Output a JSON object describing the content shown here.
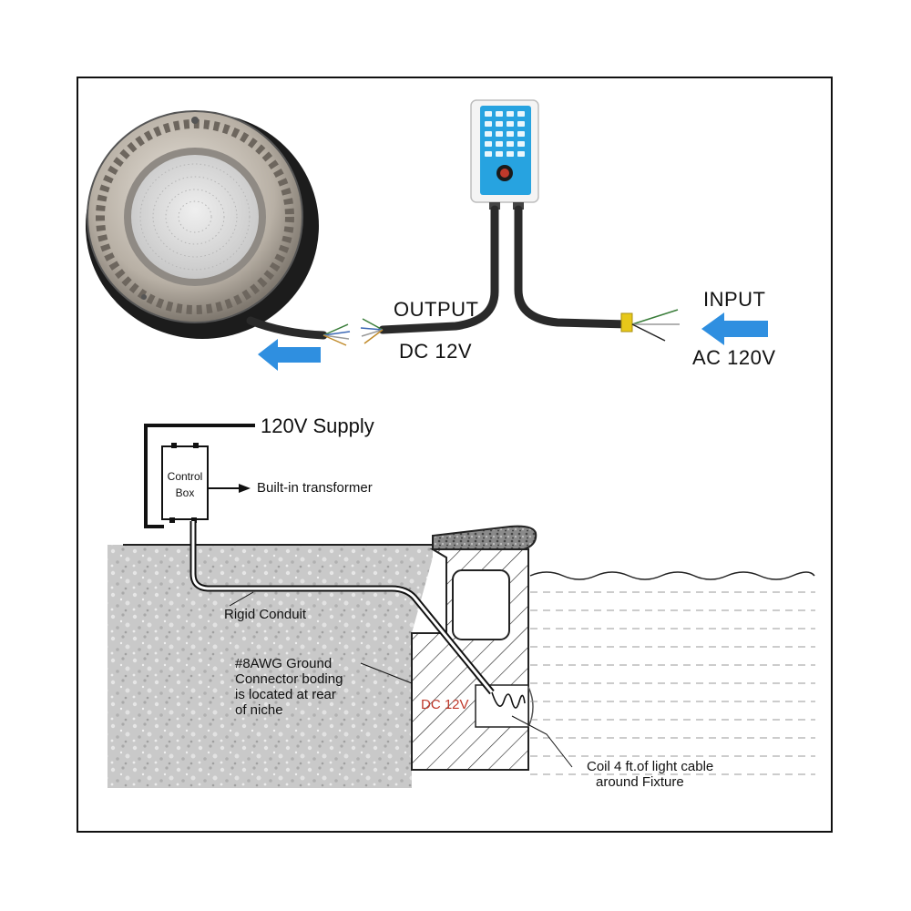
{
  "top": {
    "output_label": "OUTPUT",
    "output_voltage": "DC 12V",
    "input_label": "INPUT",
    "input_voltage": "AC 120V"
  },
  "bottom": {
    "supply_label": "120V Supply",
    "control_box_line1": "Control",
    "control_box_line2": "Box",
    "transformer_label": "Built-in transformer",
    "conduit_label": "Rigid Conduit",
    "ground_line1": "#8AWG Ground",
    "ground_line2": "Connector boding",
    "ground_line3": "is located at rear",
    "ground_line4": "of niche",
    "niche_voltage": "DC 12V",
    "coil_line1": "Coil 4 ft.of light cable",
    "coil_line2": "around Fixture"
  },
  "colors": {
    "arrow_blue": "#2f8fe0",
    "controller_blue": "#27a3e0",
    "niche_red": "#c0392b"
  }
}
